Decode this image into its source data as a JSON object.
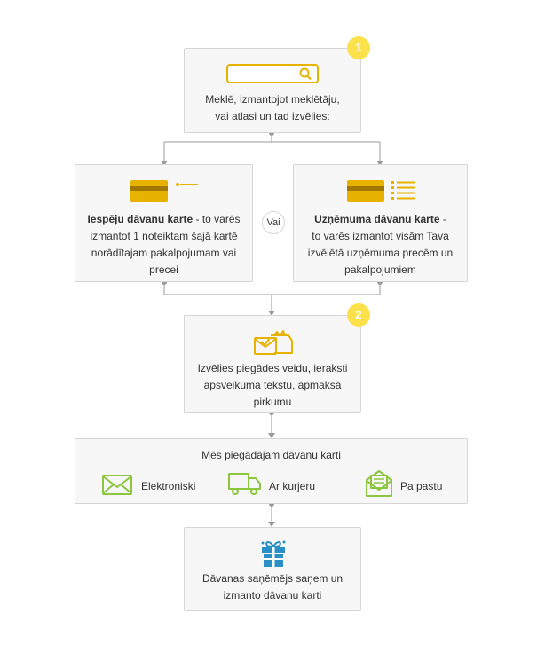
{
  "step1": {
    "badge": "1",
    "line1": "Meklē, izmantojot meklētāju,",
    "line2": "vai atlasi un tad izvēlies:"
  },
  "card_left": {
    "title": "Iespēju dāvanu karte",
    "line1_rest": " - to varēs",
    "line2": "izmantot 1 noteiktam šajā kartē",
    "line3": "norādītajam pakalpojumam vai",
    "line4": "precei"
  },
  "or_label": "Vai",
  "card_right": {
    "title": "Uzņēmuma dāvanu karte",
    "line1_rest": " -",
    "line2": "to varēs izmantot visām Tava",
    "line3": "izvēlētā uzņēmuma precēm un",
    "line4": "pakalpojumiem"
  },
  "step2": {
    "badge": "2",
    "line1": "Izvēlies piegādes veidu, ieraksti",
    "line2": "apsveikuma tekstu, apmaksā",
    "line3": "pirkumu"
  },
  "delivery": {
    "title": "Mēs piegādājam dāvanu karti",
    "options": [
      "Elektroniski",
      "Ar kurjeru",
      "Pa pastu"
    ]
  },
  "final": {
    "line1": "Dāvanas saņēmējs saņem un",
    "line2": "izmanto dāvanu karti"
  },
  "colors": {
    "accent_yellow": "#e8b200",
    "badge_yellow": "#fce14b",
    "green": "#8cc63f",
    "gift_blue": "#2a8fc7",
    "connector": "#9a9a9a"
  },
  "icons": [
    "search-icon",
    "card-icon",
    "card-list-icon",
    "gift-envelopes-icon",
    "envelope-icon",
    "truck-icon",
    "mail-letter-icon",
    "gift-box-icon"
  ]
}
